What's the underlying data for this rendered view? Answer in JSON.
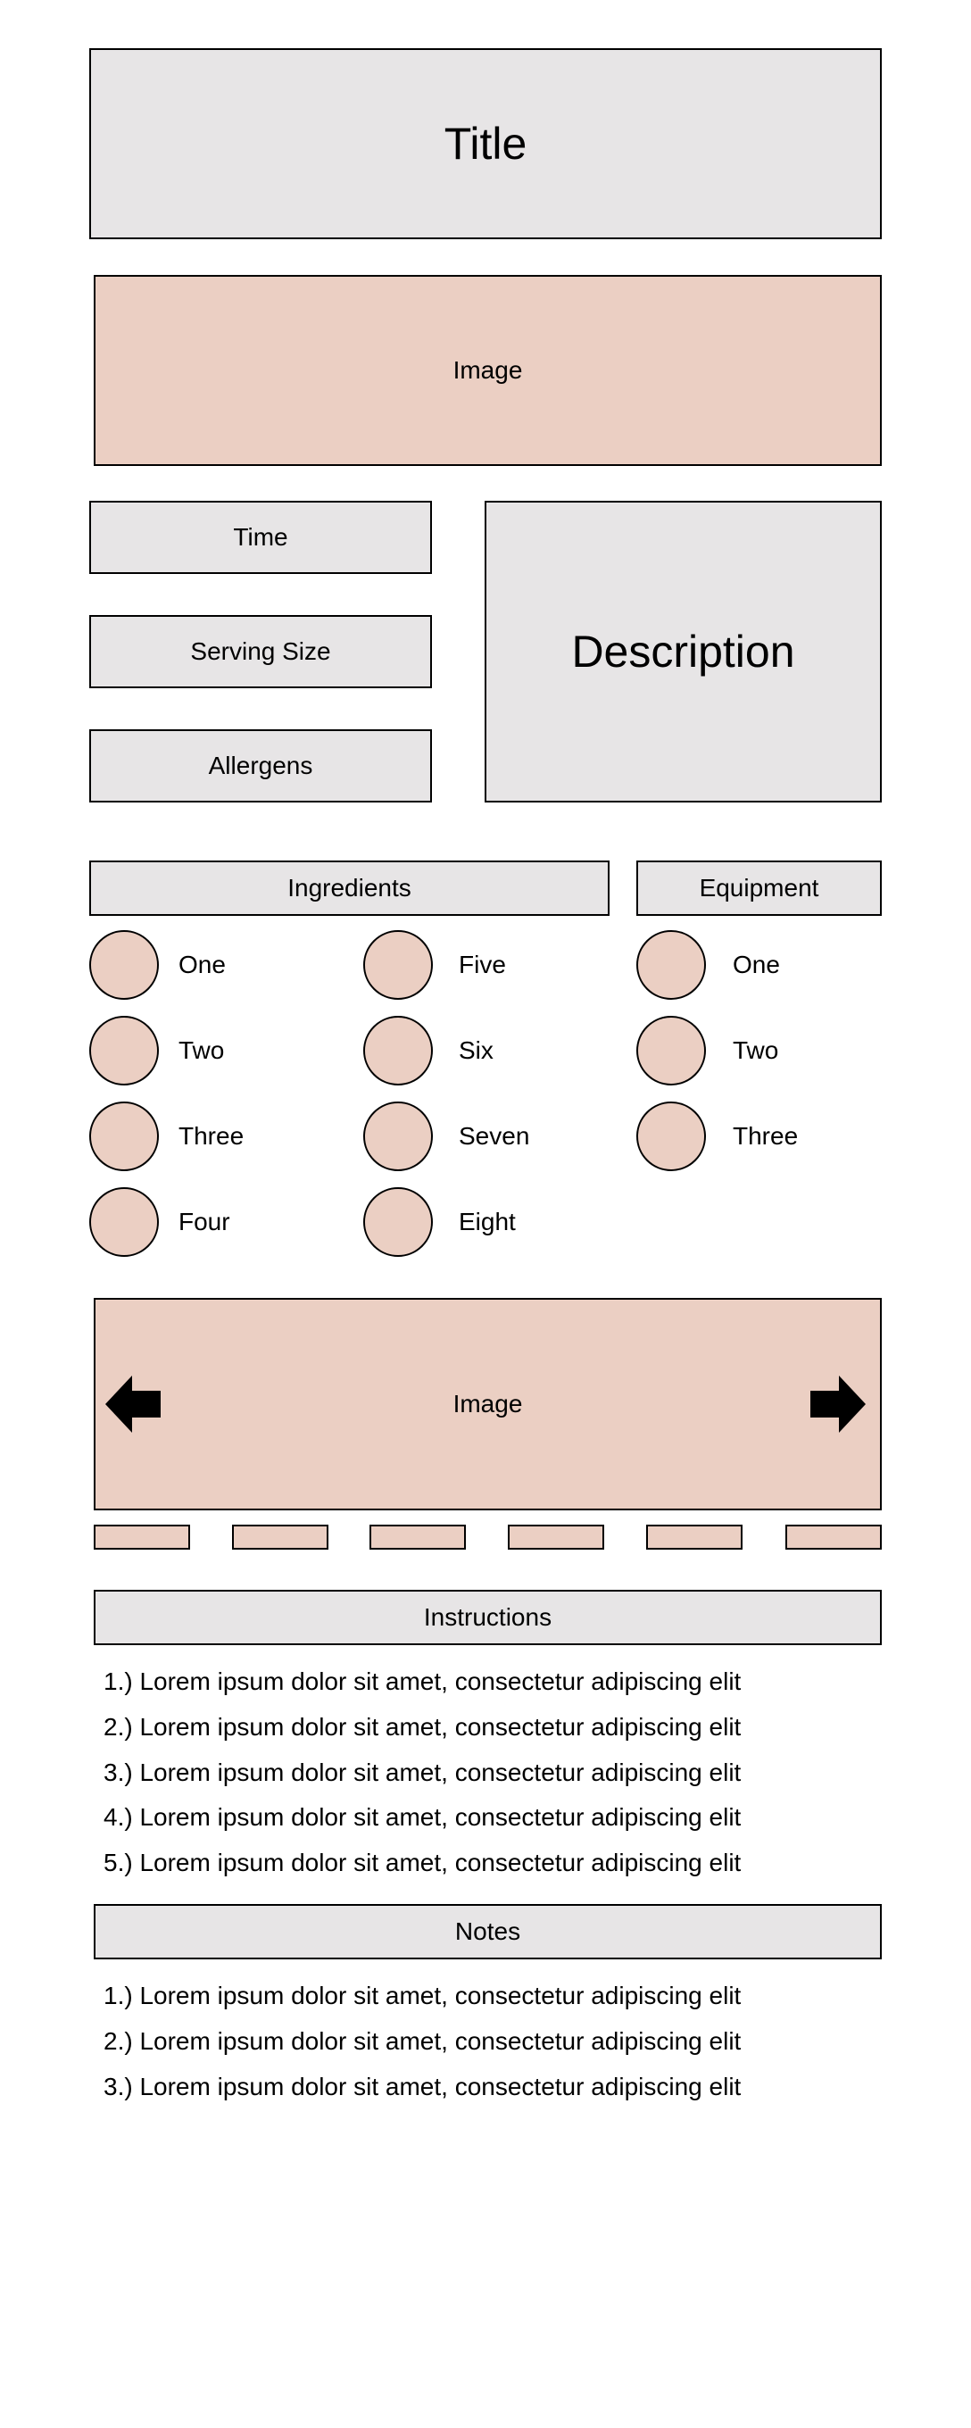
{
  "header": {
    "title": "Title"
  },
  "hero": {
    "image_label": "Image"
  },
  "meta": {
    "time_label": "Time",
    "serving_size_label": "Serving Size",
    "allergens_label": "Allergens",
    "description_label": "Description"
  },
  "ingredients": {
    "header": "Ingredients",
    "items": [
      "One",
      "Two",
      "Three",
      "Four",
      "Five",
      "Six",
      "Seven",
      "Eight"
    ]
  },
  "equipment": {
    "header": "Equipment",
    "items": [
      "One",
      "Two",
      "Three"
    ]
  },
  "carousel": {
    "image_label": "Image",
    "prev_icon": "arrow-left-icon",
    "next_icon": "arrow-right-icon",
    "thumbnail_count": 6
  },
  "instructions": {
    "header": "Instructions",
    "steps": [
      "1.) Lorem ipsum dolor sit amet, consectetur adipiscing elit",
      "2.) Lorem ipsum dolor sit amet, consectetur adipiscing elit",
      "3.) Lorem ipsum dolor sit amet, consectetur adipiscing elit",
      "4.) Lorem ipsum dolor sit amet, consectetur adipiscing elit",
      "5.) Lorem ipsum dolor sit amet, consectetur adipiscing elit"
    ]
  },
  "notes": {
    "header": "Notes",
    "items": [
      "1.) Lorem ipsum dolor sit amet, consectetur adipiscing elit",
      "2.) Lorem ipsum dolor sit amet, consectetur adipiscing elit",
      "3.) Lorem ipsum dolor sit amet, consectetur adipiscing elit"
    ]
  },
  "colors": {
    "panel": "#e7e5e6",
    "accent": "#ebcfc3",
    "border": "#000000"
  }
}
